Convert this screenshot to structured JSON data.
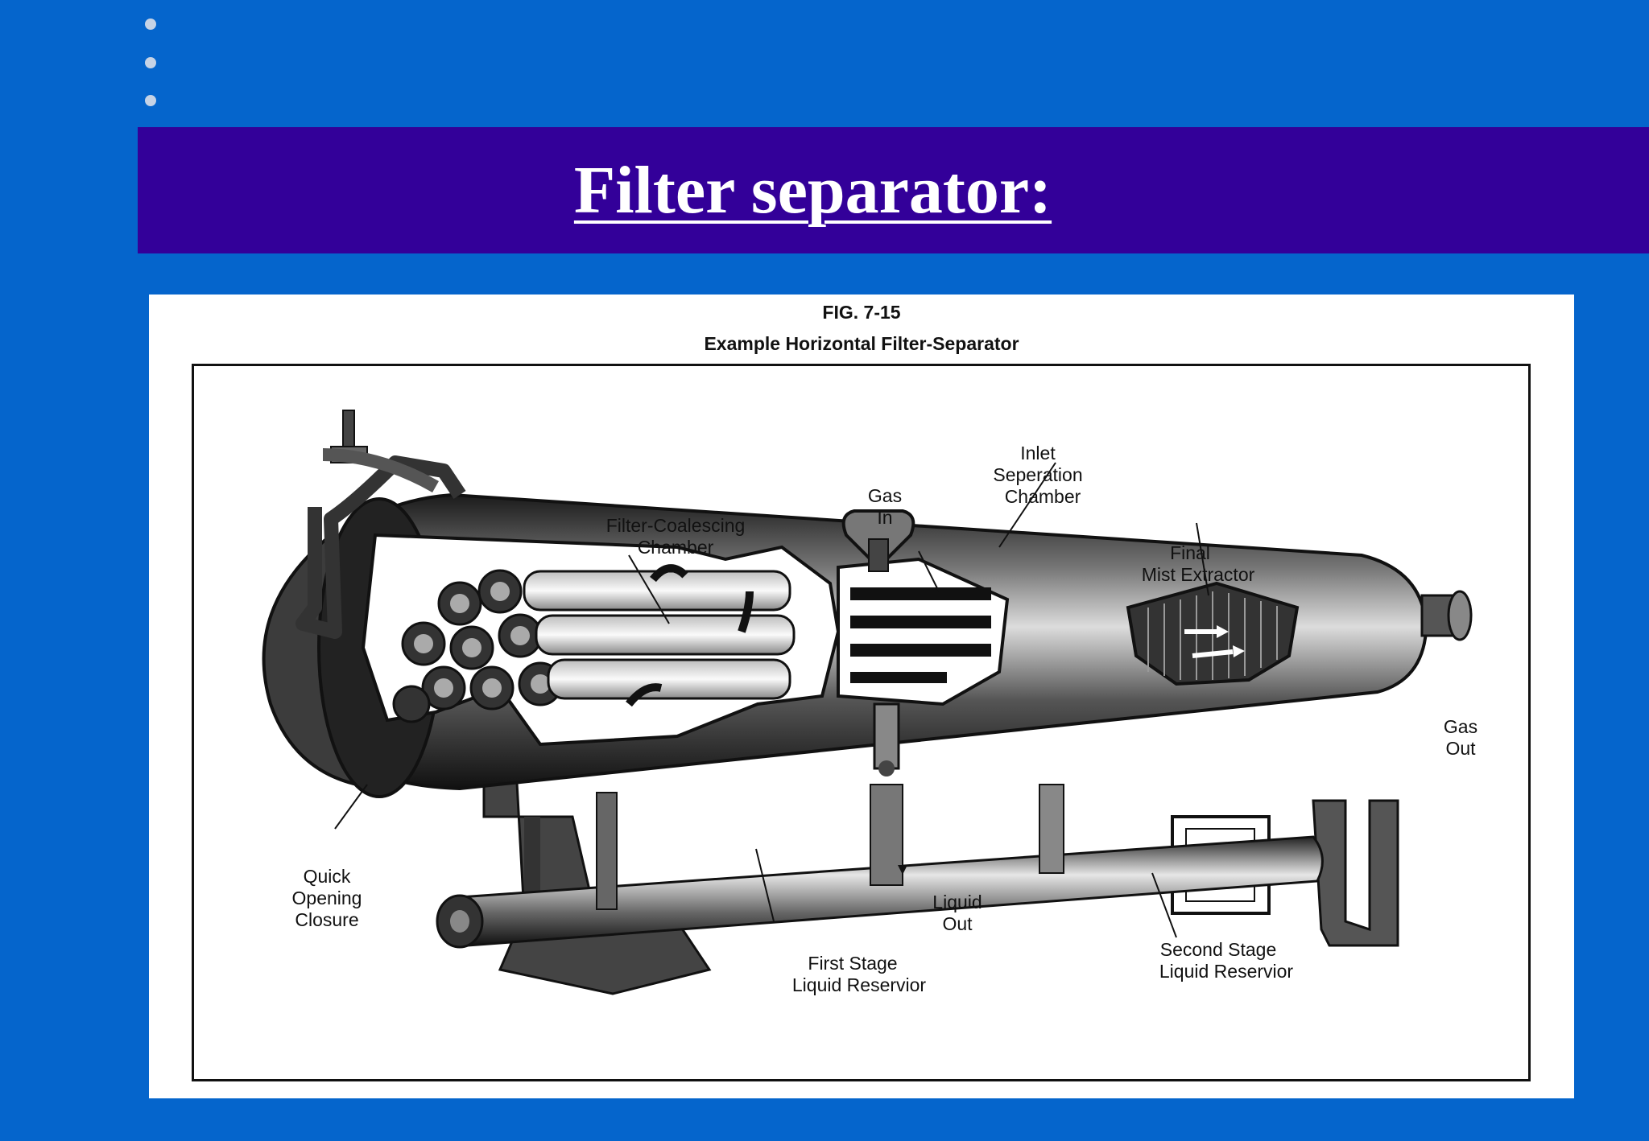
{
  "slide": {
    "title": "Filter separator:",
    "colors": {
      "background": "#0565cc",
      "title_band": "#330099",
      "title_text": "#ffffff",
      "bullet": "#c6d3e6"
    }
  },
  "figure": {
    "number": "FIG. 7-15",
    "caption": "Example Horizontal Filter-Separator",
    "labels": {
      "quick_opening": [
        "Quick",
        "Opening",
        "Closure"
      ],
      "filter_coalescing": [
        "Filter-Coalescing",
        "Chamber"
      ],
      "gas_in": [
        "Gas",
        "In"
      ],
      "inlet_separation": [
        "Inlet",
        "Seperation",
        "Chamber"
      ],
      "final_mist": [
        "Final",
        "Mist Extractor"
      ],
      "gas_out": [
        "Gas",
        "Out"
      ],
      "liquid_out": [
        "Liquid",
        "Out"
      ],
      "first_stage": [
        "First Stage",
        "Liquid Reservior"
      ],
      "second_stage": [
        "Second Stage",
        "Liquid Reservior"
      ]
    }
  }
}
